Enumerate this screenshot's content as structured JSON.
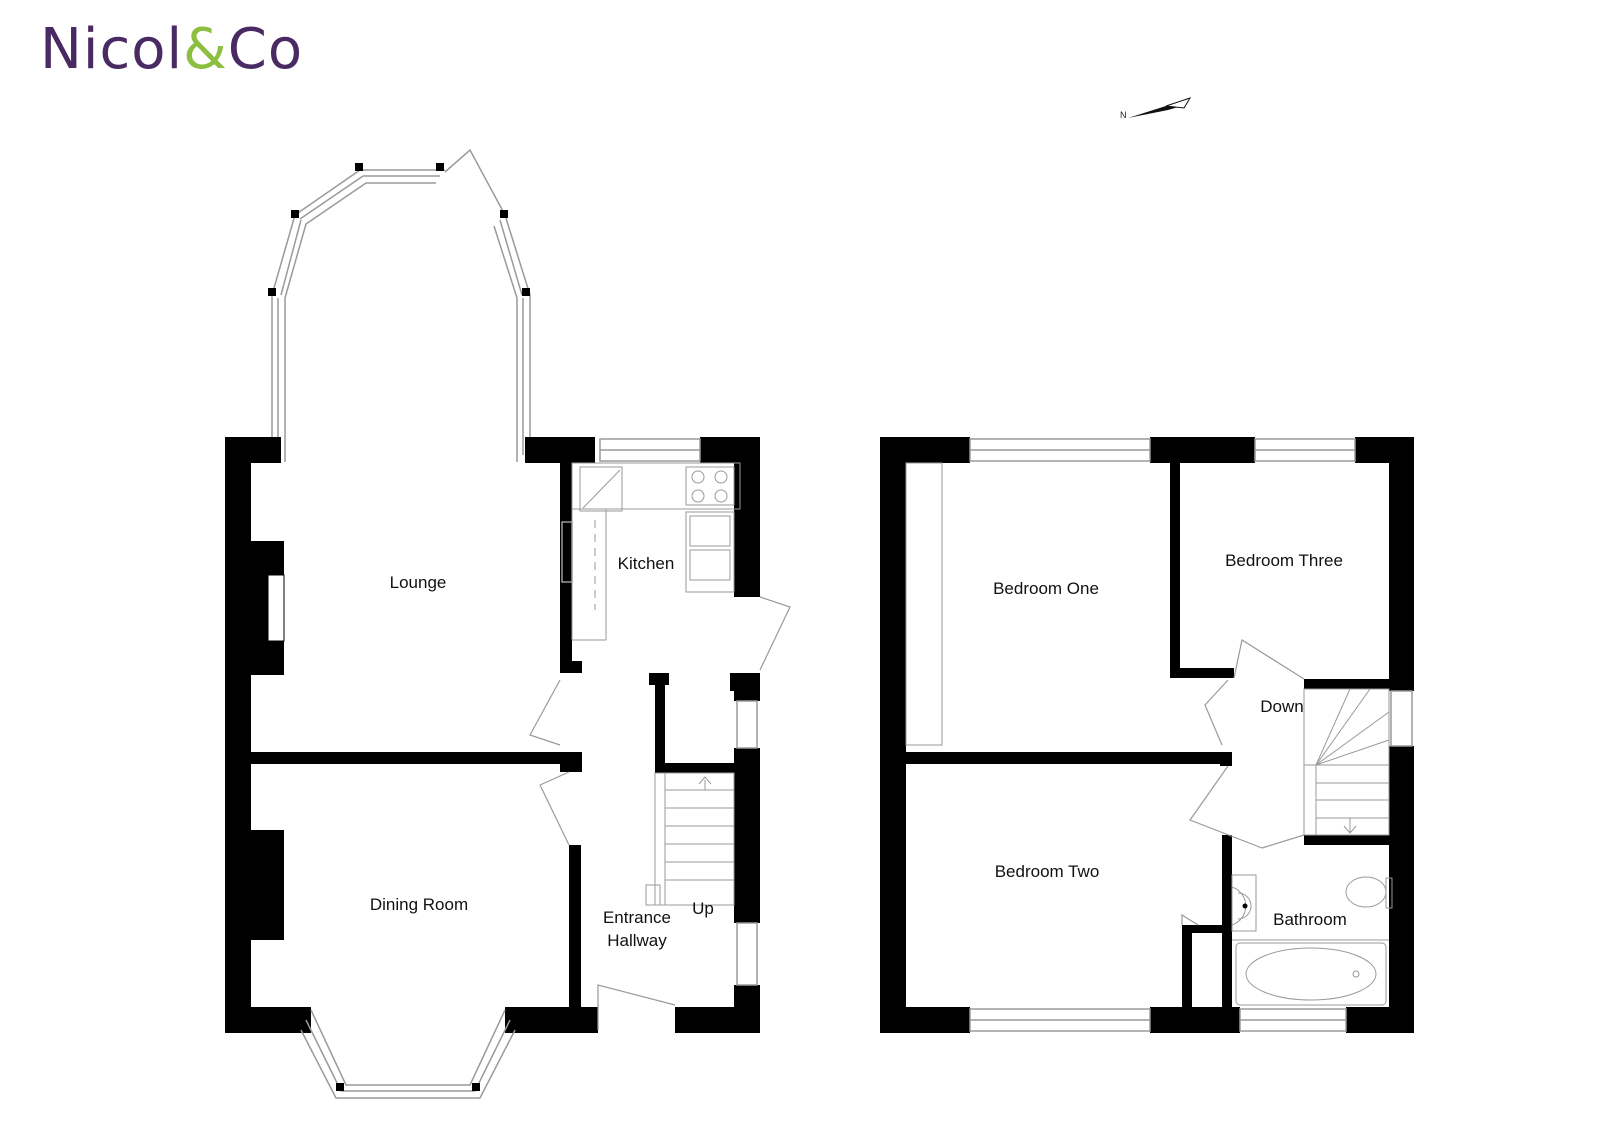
{
  "brand": {
    "name_part1": "Nicol",
    "ampersand": "&",
    "name_part2": "Co",
    "primary_color": "#4a2a63",
    "accent_color": "#8cbf3f"
  },
  "compass": {
    "label": "N"
  },
  "ground_floor": {
    "rooms": {
      "lounge": "Lounge",
      "kitchen": "Kitchen",
      "dining_room": "Dining Room",
      "entrance_line1": "Entrance",
      "entrance_line2": "Hallway",
      "stairs_up": "Up"
    }
  },
  "first_floor": {
    "rooms": {
      "bedroom_one": "Bedroom One",
      "bedroom_two": "Bedroom Two",
      "bedroom_three": "Bedroom Three",
      "bathroom": "Bathroom",
      "stairs_down": "Down"
    }
  },
  "colors": {
    "wall": "#000000",
    "fixture": "#9a9a9a"
  }
}
